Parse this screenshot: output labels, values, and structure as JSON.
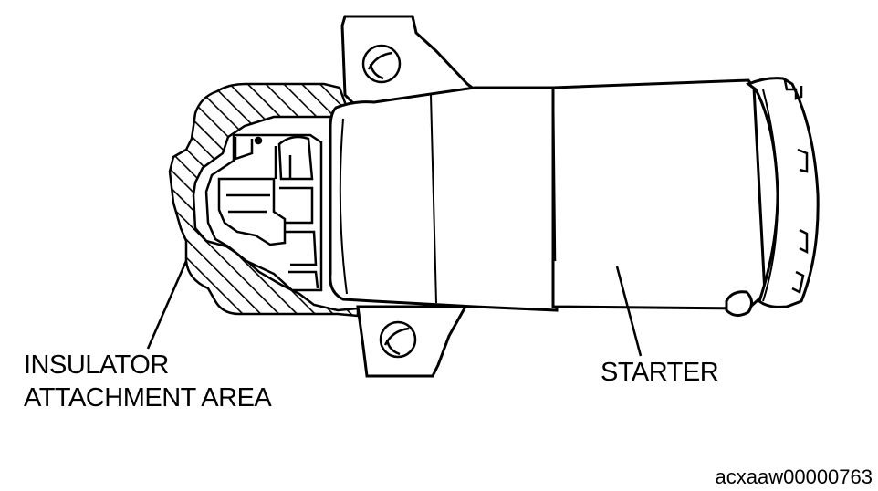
{
  "labels": {
    "insulator_line1": "INSULATOR",
    "insulator_line2": "ATTACHMENT AREA",
    "starter": "STARTER",
    "figure_code": "acxaaw00000763"
  },
  "colors": {
    "ink": "#000000",
    "paper": "#ffffff"
  }
}
